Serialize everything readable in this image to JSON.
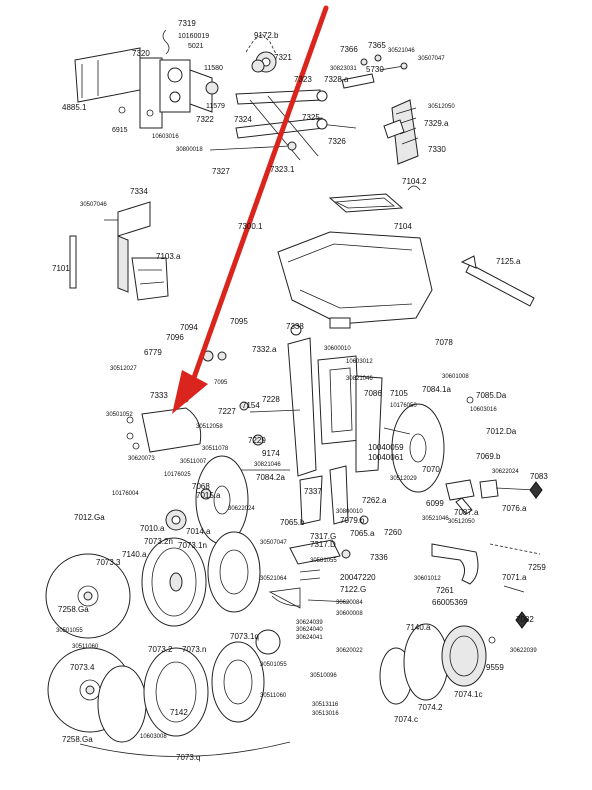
{
  "colors": {
    "arrow": "#d9251d",
    "ink": "#111111"
  },
  "arrow_icon": "red-pointer-arrow",
  "labels": [
    {
      "text": "7319"
    },
    {
      "text": "10160019"
    },
    {
      "text": "5021"
    },
    {
      "text": "7320"
    },
    {
      "text": "9172.b"
    },
    {
      "text": "7321"
    },
    {
      "text": "11580"
    },
    {
      "text": "7323"
    },
    {
      "text": "11579"
    },
    {
      "text": "4885.1"
    },
    {
      "text": "6915"
    },
    {
      "text": "7322"
    },
    {
      "text": "10603016"
    },
    {
      "text": "7324"
    },
    {
      "text": "7325"
    },
    {
      "text": "30800018"
    },
    {
      "text": "7326"
    },
    {
      "text": "7327"
    },
    {
      "text": "7323.1"
    },
    {
      "text": "7366"
    },
    {
      "text": "7365"
    },
    {
      "text": "30521046"
    },
    {
      "text": "30507047"
    },
    {
      "text": "30823031"
    },
    {
      "text": "5730"
    },
    {
      "text": "7328.a"
    },
    {
      "text": "30512050"
    },
    {
      "text": "7329.a"
    },
    {
      "text": "7330"
    },
    {
      "text": "7334"
    },
    {
      "text": "30507046"
    },
    {
      "text": "7103.a"
    },
    {
      "text": "7101"
    },
    {
      "text": "7104.2"
    },
    {
      "text": "7104"
    },
    {
      "text": "7300.1"
    },
    {
      "text": "7125.a"
    },
    {
      "text": "7338"
    },
    {
      "text": "7094"
    },
    {
      "text": "7095"
    },
    {
      "text": "7096"
    },
    {
      "text": "6779"
    },
    {
      "text": "30512027"
    },
    {
      "text": "7095"
    },
    {
      "text": "7332.a"
    },
    {
      "text": "30600010"
    },
    {
      "text": "10603012"
    },
    {
      "text": "7078"
    },
    {
      "text": "7333"
    },
    {
      "text": "30821046"
    },
    {
      "text": "30601008"
    },
    {
      "text": "7084.1a"
    },
    {
      "text": "7085.Da"
    },
    {
      "text": "7086"
    },
    {
      "text": "7105"
    },
    {
      "text": "10176050"
    },
    {
      "text": "10603016"
    },
    {
      "text": "30501052"
    },
    {
      "text": "7227"
    },
    {
      "text": "7154"
    },
    {
      "text": "7228"
    },
    {
      "text": "30512058"
    },
    {
      "text": "30511078"
    },
    {
      "text": "7229"
    },
    {
      "text": "30620073"
    },
    {
      "text": "30511007"
    },
    {
      "text": "9174"
    },
    {
      "text": "30821046"
    },
    {
      "text": "10040059"
    },
    {
      "text": "10040061"
    },
    {
      "text": "7012.Da"
    },
    {
      "text": "7084.2a"
    },
    {
      "text": "10176025"
    },
    {
      "text": "7068"
    },
    {
      "text": "7015.a"
    },
    {
      "text": "30622024"
    },
    {
      "text": "7337"
    },
    {
      "text": "30512029"
    },
    {
      "text": "7262.a"
    },
    {
      "text": "7070"
    },
    {
      "text": "7069.b"
    },
    {
      "text": "6099"
    },
    {
      "text": "30622024"
    },
    {
      "text": "7083"
    },
    {
      "text": "10176004"
    },
    {
      "text": "30800010"
    },
    {
      "text": "7087.a"
    },
    {
      "text": "7076.a"
    },
    {
      "text": "7012.Ga"
    },
    {
      "text": "7065.b"
    },
    {
      "text": "7079.b"
    },
    {
      "text": "7065.a"
    },
    {
      "text": "7014.a"
    },
    {
      "text": "7010.a"
    },
    {
      "text": "30521046"
    },
    {
      "text": "30512050"
    },
    {
      "text": "7260"
    },
    {
      "text": "30507047"
    },
    {
      "text": "7317.G"
    },
    {
      "text": "7317.D"
    },
    {
      "text": "7336"
    },
    {
      "text": "7073.2n"
    },
    {
      "text": "7140.a"
    },
    {
      "text": "7073.1n"
    },
    {
      "text": "30581055"
    },
    {
      "text": "7073.3"
    },
    {
      "text": "20047220"
    },
    {
      "text": "30521064"
    },
    {
      "text": "7122.G"
    },
    {
      "text": "30620084"
    },
    {
      "text": "30600008"
    },
    {
      "text": "30601012"
    },
    {
      "text": "7261"
    },
    {
      "text": "7259"
    },
    {
      "text": "7071.a"
    },
    {
      "text": "66005369"
    },
    {
      "text": "7082"
    },
    {
      "text": "7258.Ga"
    },
    {
      "text": "30501055"
    },
    {
      "text": "30511060"
    },
    {
      "text": "30624039"
    },
    {
      "text": "30624040"
    },
    {
      "text": "30624041"
    },
    {
      "text": "7140.a"
    },
    {
      "text": "7073.2"
    },
    {
      "text": "7073.n"
    },
    {
      "text": "7073.1q"
    },
    {
      "text": "30501055"
    },
    {
      "text": "30620022"
    },
    {
      "text": "9559"
    },
    {
      "text": "30622039"
    },
    {
      "text": "7073.4"
    },
    {
      "text": "7142"
    },
    {
      "text": "30511060"
    },
    {
      "text": "30510096"
    },
    {
      "text": "7074.1c"
    },
    {
      "text": "7074.2"
    },
    {
      "text": "30513116"
    },
    {
      "text": "30513016"
    },
    {
      "text": "7074.c"
    },
    {
      "text": "7258.Ga"
    },
    {
      "text": "10603008"
    },
    {
      "text": "7073.q"
    }
  ]
}
